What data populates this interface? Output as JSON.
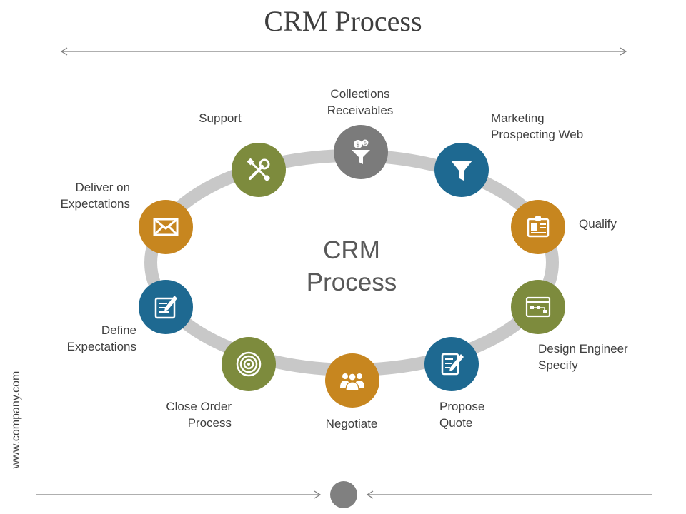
{
  "header": {
    "title": "CRM Process"
  },
  "diagram": {
    "center_title_line1": "CRM",
    "center_title_line2": "Process",
    "stages": [
      {
        "line1": "Collections",
        "line2": "Receivables",
        "icon": "money-funnel-icon",
        "color": "#7b7b7b"
      },
      {
        "line1": "Marketing",
        "line2": "Prospecting Web",
        "icon": "filter-funnel-icon",
        "color": "#1e6991"
      },
      {
        "line1": "Qualify",
        "icon": "id-card-icon",
        "color": "#c7861f"
      },
      {
        "line1": "Design Engineer",
        "line2": "Specify",
        "icon": "flowchart-window-icon",
        "color": "#7d8b3d"
      },
      {
        "line1": "Propose",
        "line2": "Quote",
        "icon": "document-pen-icon",
        "color": "#1e6991"
      },
      {
        "line1": "Negotiate",
        "icon": "people-group-icon",
        "color": "#c7861f"
      },
      {
        "line1": "Close Order",
        "line2": "Process",
        "icon": "target-icon",
        "color": "#7d8b3d"
      },
      {
        "line1": "Define",
        "line2": "Expectations",
        "icon": "notepad-pencil-icon",
        "color": "#1e6991"
      },
      {
        "line1": "Deliver on",
        "line2": "Expectations",
        "icon": "envelope-icon",
        "color": "#c7861f"
      },
      {
        "line1": "Support",
        "icon": "tools-icon",
        "color": "#7d8b3d"
      }
    ]
  },
  "footer": {
    "website": "www.company.com"
  },
  "colors": {
    "ring": "#c8c8c8",
    "arrow": "#7f7f7f",
    "nav_dot": "#808080"
  }
}
